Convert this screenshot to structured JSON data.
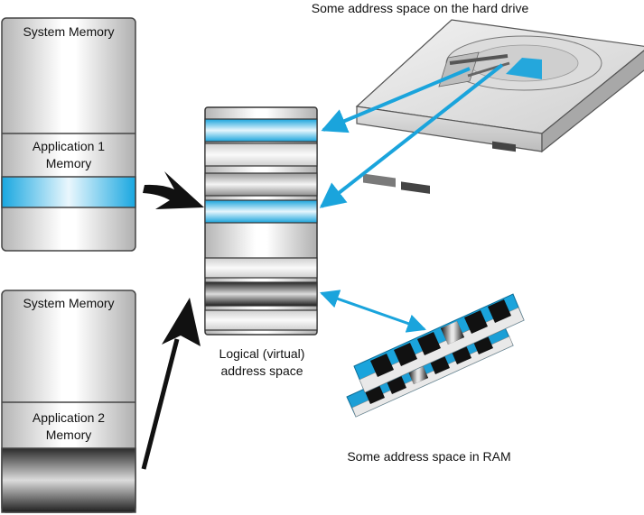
{
  "box_top": {
    "system_label": "System Memory",
    "app_label_line1": "Application 1",
    "app_label_line2": "Memory"
  },
  "box_bottom": {
    "system_label": "System Memory",
    "app_label_line1": "Application 2",
    "app_label_line2": "Memory"
  },
  "logical": {
    "label_line1": "Logical  (virtual)",
    "label_line2": "address space"
  },
  "hard_drive": {
    "label": "Some address space on the hard drive"
  },
  "ram": {
    "label": "Some address space in RAM"
  },
  "colors": {
    "accent_blue": "#1aa4dc",
    "arrow_black": "#111111",
    "outline": "#444444"
  },
  "icons": [
    "hard-drive-icon",
    "ram-module-icon"
  ]
}
